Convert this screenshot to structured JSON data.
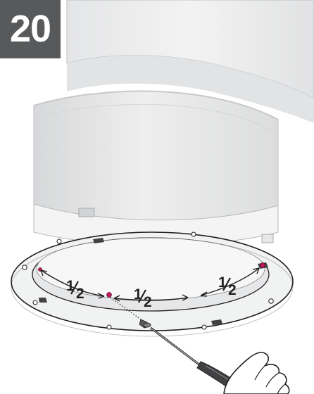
{
  "step": {
    "number": "20"
  },
  "colors": {
    "badge_background": "#58595b",
    "badge_text": "#ffffff",
    "duct_light": "#e6e7e8",
    "duct_shadow": "#d1d3d4",
    "ring": "#f1f2f2",
    "outline": "#231f20",
    "marker": "#c2185b",
    "clip": "#414042"
  },
  "illustration": {
    "icons": [
      "duct-icon",
      "trim-ring-icon",
      "screwdriver-icon",
      "hand-icon",
      "screw-icon",
      "clip-icon",
      "hole-marker-icon"
    ],
    "spacing_labels": [
      {
        "whole": "1",
        "denominator": "2"
      },
      {
        "whole": "1",
        "denominator": "2"
      },
      {
        "whole": "1",
        "denominator": "2"
      }
    ]
  }
}
